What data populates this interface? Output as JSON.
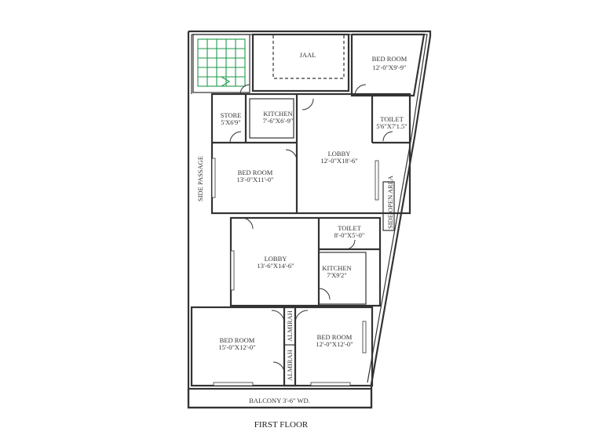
{
  "title": "FIRST FLOOR",
  "rooms": {
    "jaal": "JAAL",
    "bed_top_right": {
      "name": "BED ROOM",
      "size": "12'-0\"X9'-9\""
    },
    "store": {
      "name": "STORE",
      "size": "5'X6'9\""
    },
    "kitchen_top": {
      "name": "KITCHEN",
      "size": "7'-6\"X6'-9\""
    },
    "toilet_top": {
      "name": "TOILET",
      "size": "5'6\"X7'1.5\""
    },
    "lobby_top": {
      "name": "LOBBY",
      "size": "12'-0\"X18'-6\""
    },
    "bed_mid_left": {
      "name": "BED ROOM",
      "size": "13'-0\"X11'-0\""
    },
    "toilet_mid": {
      "name": "TOILET",
      "size": "8'-0\"X5'-0\""
    },
    "lobby_mid": {
      "name": "LOBBY",
      "size": "13'-6\"X14'-6\""
    },
    "kitchen_mid": {
      "name": "KITCHEN",
      "size": "7'X9'2\""
    },
    "bed_bottom_left": {
      "name": "BED ROOM",
      "size": "15'-0\"X12'-0\""
    },
    "bed_bottom_right": {
      "name": "BED ROOM",
      "size": "12'-0\"X12'-0\""
    },
    "almirah_top": "ALMIRAH",
    "almirah_bottom": "ALMIRAH"
  },
  "side_passage": "SIDE PASSAGE",
  "side_open_area": "SIDE OPEN AREA",
  "balcony": "BALCONY 3'-6\" WD.",
  "colors": {
    "label": "#1a7a3a",
    "stair": "#1f9a4a",
    "wall": "#333333"
  }
}
